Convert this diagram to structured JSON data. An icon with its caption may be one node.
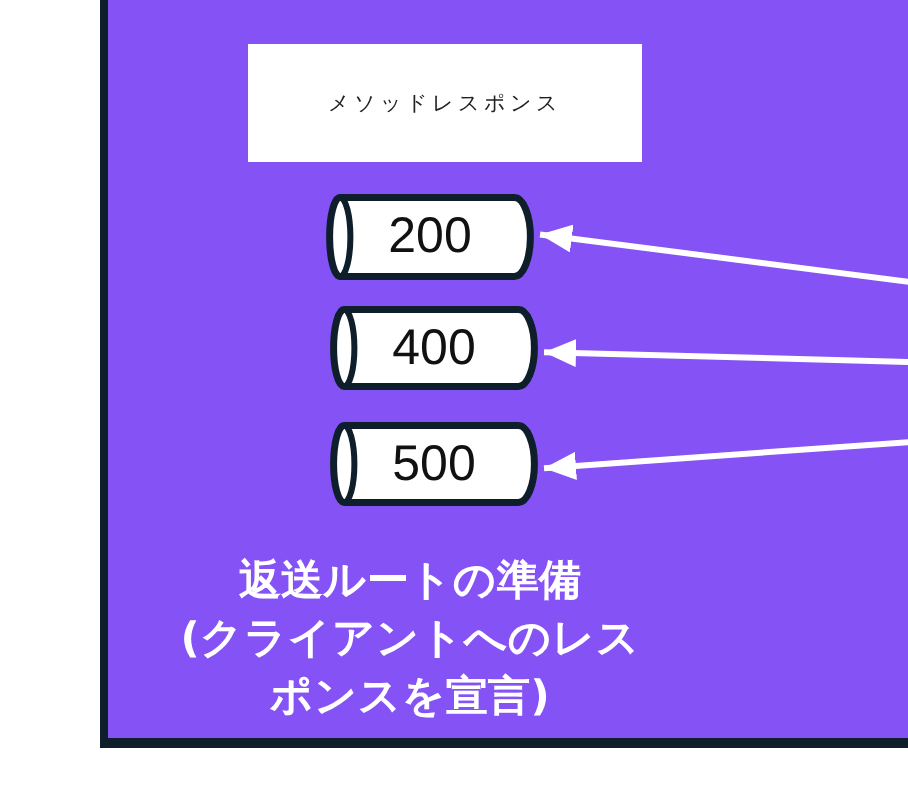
{
  "diagram": {
    "nodes": [
      {
        "text": [
          "返送ルートの準備",
          "(クライアントへのレスポンスを宣言)"
        ]
      },
      {
        "text": [
          "メソッドレスポンス"
        ],
        "in": 0
      },
      {
        "text": [
          "200"
        ],
        "in": 0
      },
      {
        "text": [
          "400"
        ],
        "in": 0
      },
      {
        "text": [
          "500"
        ],
        "in": 0
      }
    ],
    "edges": [
      {
        "from": null,
        "to": 2,
        "arrow": "to"
      },
      {
        "from": null,
        "to": 3,
        "arrow": "to"
      },
      {
        "from": null,
        "to": 4,
        "arrow": "to"
      }
    ]
  }
}
